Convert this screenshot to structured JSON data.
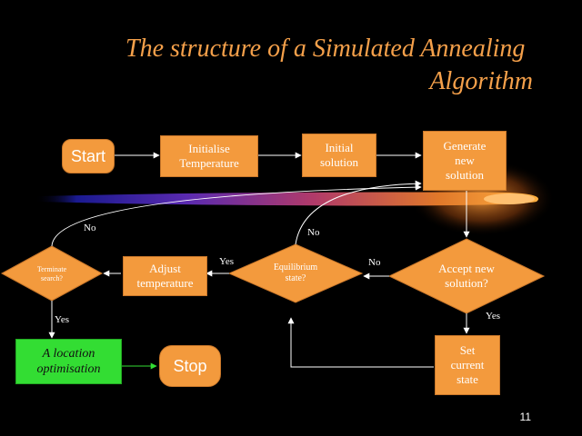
{
  "slide": {
    "title_line1": "The structure of a Simulated Annealing",
    "title_line2": "Algorithm",
    "page_number": "11"
  },
  "nodes": {
    "start": "Start",
    "initialise_temperature": [
      "Initialise",
      "Temperature"
    ],
    "initial_solution": [
      "Initial",
      "solution"
    ],
    "generate_new_solution": [
      "Generate",
      "new",
      "solution"
    ],
    "accept_new_solution": [
      "Accept new",
      "solution?"
    ],
    "equilibrium_state": [
      "Equilibrium",
      "state?"
    ],
    "adjust_temperature": [
      "Adjust",
      "temperature"
    ],
    "terminate_search": [
      "Terminate",
      "search?"
    ],
    "set_current_state": [
      "Set",
      "current",
      "state"
    ],
    "location_optimisation": [
      "A location",
      "optimisation"
    ],
    "stop": "Stop"
  },
  "edge_labels": {
    "terminate_no": "No",
    "equilibrium_no": "No",
    "accept_no": "No",
    "equilibrium_yes": "Yes",
    "terminate_yes": "Yes",
    "accept_yes": "Yes"
  },
  "colors": {
    "node_fill": "#f39a3d",
    "title": "#f5a04a",
    "final_box": "#33dd33",
    "background": "#000000"
  }
}
